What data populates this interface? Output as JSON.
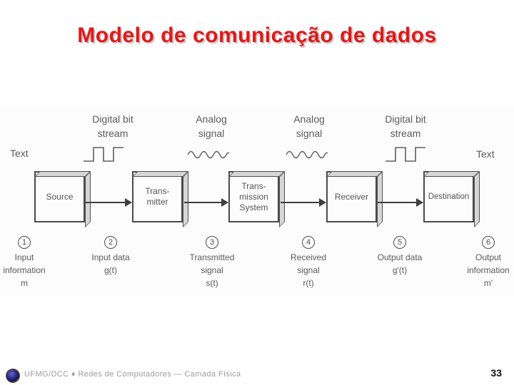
{
  "slide": {
    "title": "Modelo de comunicação de dados",
    "footer_text": "UFMG/DCC ♦ Redes de Computadores — Camada Física",
    "page_number": "33"
  },
  "colors": {
    "title_red": "#dd1a1a",
    "title_shadow": "#d9bcbc",
    "diagram_ink": "#5a5a5a",
    "footer_gray": "#9c9c9c"
  },
  "diagram": {
    "text_labels": {
      "left": "Text",
      "right": "Text"
    },
    "signal_labels": [
      {
        "label": "Digital bit\nstream",
        "waveform": "square"
      },
      {
        "label": "Analog\nsignal",
        "waveform": "sine"
      },
      {
        "label": "Analog\nsignal",
        "waveform": "sine"
      },
      {
        "label": "Digital bit\nstream",
        "waveform": "square"
      }
    ],
    "boxes": [
      {
        "label": "Source"
      },
      {
        "label": "Trans-\nmitter"
      },
      {
        "label": "Trans-\nmission\nSystem"
      },
      {
        "label": "Receiver"
      },
      {
        "label": "Destination"
      }
    ],
    "steps": [
      {
        "number": "1",
        "label": "Input\ninformation\nm"
      },
      {
        "number": "2",
        "label": "Input data\ng(t)"
      },
      {
        "number": "3",
        "label": "Transmitted\nsignal\ns(t)"
      },
      {
        "number": "4",
        "label": "Received\nsignal\nr(t)"
      },
      {
        "number": "5",
        "label": "Output data\ng'(t)"
      },
      {
        "number": "6",
        "label": "Output\ninformation\nm'"
      }
    ]
  }
}
